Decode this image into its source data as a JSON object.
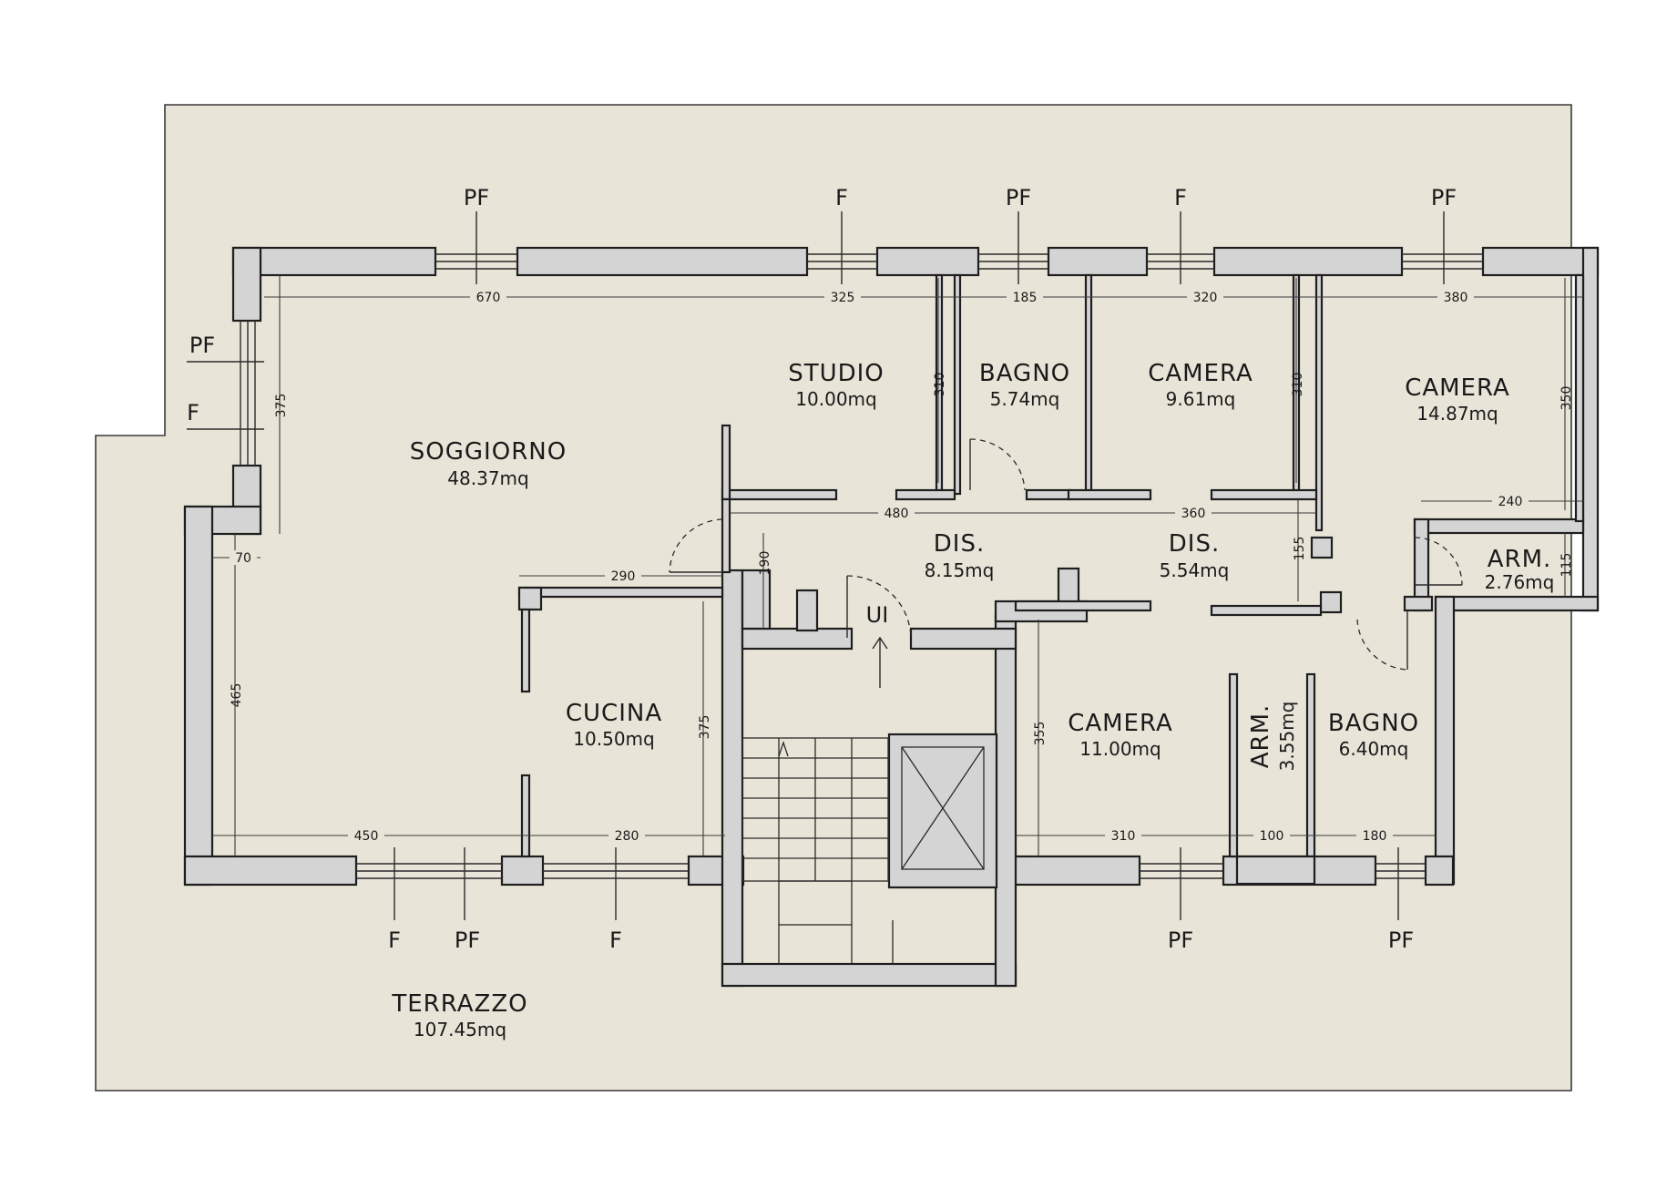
{
  "rooms": {
    "soggiorno": {
      "name": "SOGGIORNO",
      "area": "48.37mq"
    },
    "studio": {
      "name": "STUDIO",
      "area": "10.00mq"
    },
    "bagno1": {
      "name": "BAGNO",
      "area": "5.74mq"
    },
    "camera1": {
      "name": "CAMERA",
      "area": "9.61mq"
    },
    "camera2": {
      "name": "CAMERA",
      "area": "14.87mq"
    },
    "dis1": {
      "name": "DIS.",
      "area": "8.15mq"
    },
    "dis2": {
      "name": "DIS.",
      "area": "5.54mq"
    },
    "arm1": {
      "name": "ARM.",
      "area": "2.76mq"
    },
    "cucina": {
      "name": "CUCINA",
      "area": "10.50mq"
    },
    "camera3": {
      "name": "CAMERA",
      "area": "11.00mq"
    },
    "arm2": {
      "name": "ARM.",
      "area": "3.55mq"
    },
    "bagno2": {
      "name": "BAGNO",
      "area": "6.40mq"
    },
    "terrazzo": {
      "name": "TERRAZZO",
      "area": "107.45mq"
    }
  },
  "entrance_label": "UI",
  "openings": {
    "top_1": "PF",
    "top_2": "F",
    "top_3": "PF",
    "top_4": "F",
    "top_5": "PF",
    "left_1": "PF",
    "left_2": "F",
    "bottom_1": "F",
    "bottom_2": "PF",
    "bottom_3": "F",
    "bottom_4": "PF",
    "bottom_5": "PF"
  },
  "dimensions": {
    "top_670": "670",
    "top_325": "325",
    "top_185": "185",
    "top_320": "320",
    "top_380": "380",
    "v_375_left": "375",
    "v_310_studio": "310",
    "v_310_camera": "310",
    "v_350": "350",
    "h_480": "480",
    "h_360": "360",
    "h_240": "240",
    "h_290": "290",
    "h_70": "70",
    "v_190": "190",
    "v_155": "155",
    "v_115": "115",
    "v_465": "465",
    "v_375_cucina": "375",
    "v_355": "355",
    "bot_450": "450",
    "bot_280": "280",
    "bot_310": "310",
    "bot_100": "100",
    "bot_180": "180"
  }
}
